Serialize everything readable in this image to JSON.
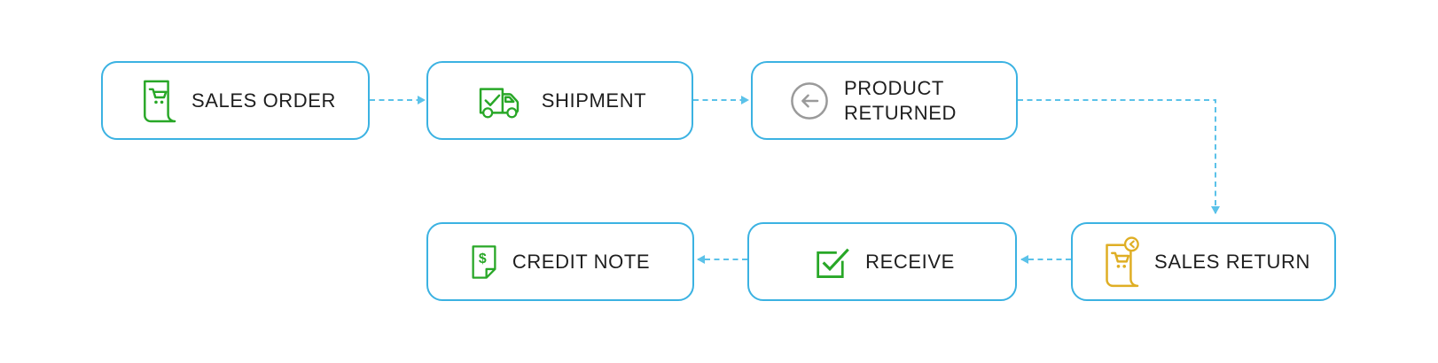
{
  "colors": {
    "box-border": "#3bb2e2",
    "connector": "#5bc2e9",
    "green": "#28a727",
    "yellow": "#dfae24",
    "gray": "#9a9a9a",
    "text": "#1e1e1e",
    "background": "#ffffff"
  },
  "diagram": {
    "type": "flowchart",
    "nodes": [
      {
        "label": "SALES ORDER",
        "icon": "sales-order-cart-scroll-icon",
        "icon_color": "#28a727"
      },
      {
        "label": "SHIPMENT",
        "icon": "shipment-truck-check-icon",
        "icon_color": "#28a727"
      },
      {
        "label": "PRODUCT RETURNED",
        "icon": "product-returned-arrow-left-circle-icon",
        "icon_color": "#9a9a9a"
      },
      {
        "label": "SALES RETURN",
        "icon": "sales-return-cart-scroll-badge-icon",
        "icon_color": "#dfae24"
      },
      {
        "label": "RECEIVE",
        "icon": "receive-checkbox-icon",
        "icon_color": "#28a727"
      },
      {
        "label": "CREDIT NOTE",
        "icon": "credit-note-dollar-page-icon",
        "icon_color": "#28a727"
      }
    ],
    "edges": [
      {
        "from": "SALES ORDER",
        "to": "SHIPMENT",
        "style": "dashed-arrow"
      },
      {
        "from": "SHIPMENT",
        "to": "PRODUCT RETURNED",
        "style": "dashed-arrow"
      },
      {
        "from": "PRODUCT RETURNED",
        "to": "SALES RETURN",
        "style": "dashed-arrow-elbow"
      },
      {
        "from": "SALES RETURN",
        "to": "RECEIVE",
        "style": "dashed-arrow"
      },
      {
        "from": "RECEIVE",
        "to": "CREDIT NOTE",
        "style": "dashed-arrow"
      }
    ]
  }
}
